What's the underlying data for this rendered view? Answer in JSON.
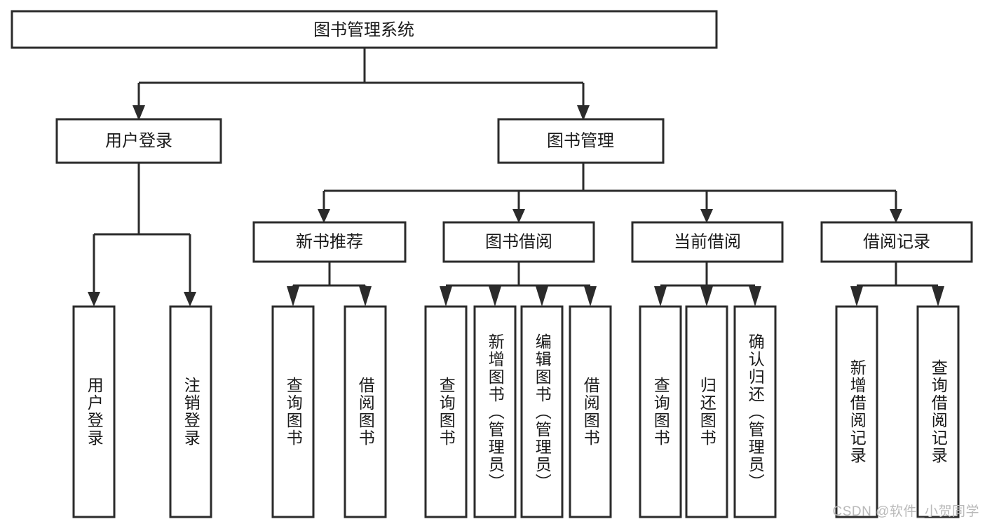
{
  "diagram": {
    "type": "tree-hierarchy",
    "title": "图书管理系统",
    "watermark": "CSDN @软件_小贺同学",
    "colors": {
      "stroke": "#2b2b2b",
      "box_fill": "#ffffff",
      "text": "#1a1a1a",
      "background": "#ffffff",
      "watermark": "#b9b9b9"
    },
    "root": {
      "label": "图书管理系统"
    },
    "level2": [
      {
        "label": "用户登录"
      },
      {
        "label": "图书管理"
      }
    ],
    "level3": [
      {
        "label": "新书推荐"
      },
      {
        "label": "图书借阅"
      },
      {
        "label": "当前借阅"
      },
      {
        "label": "借阅记录"
      }
    ],
    "leaves": {
      "user_login": [
        {
          "label": "用户登录"
        },
        {
          "label": "注销登录"
        }
      ],
      "new_book_recommend": [
        {
          "label": "查询图书"
        },
        {
          "label": "借阅图书"
        }
      ],
      "book_borrow": [
        {
          "label": "查询图书"
        },
        {
          "label": "新增图书（管理员）"
        },
        {
          "label": "编辑图书（管理员）"
        },
        {
          "label": "借阅图书"
        }
      ],
      "current_borrow": [
        {
          "label": "查询图书"
        },
        {
          "label": "归还图书"
        },
        {
          "label": "确认归还（管理员）"
        }
      ],
      "borrow_record": [
        {
          "label": "新增借阅记录"
        },
        {
          "label": "查询借阅记录"
        }
      ]
    }
  }
}
